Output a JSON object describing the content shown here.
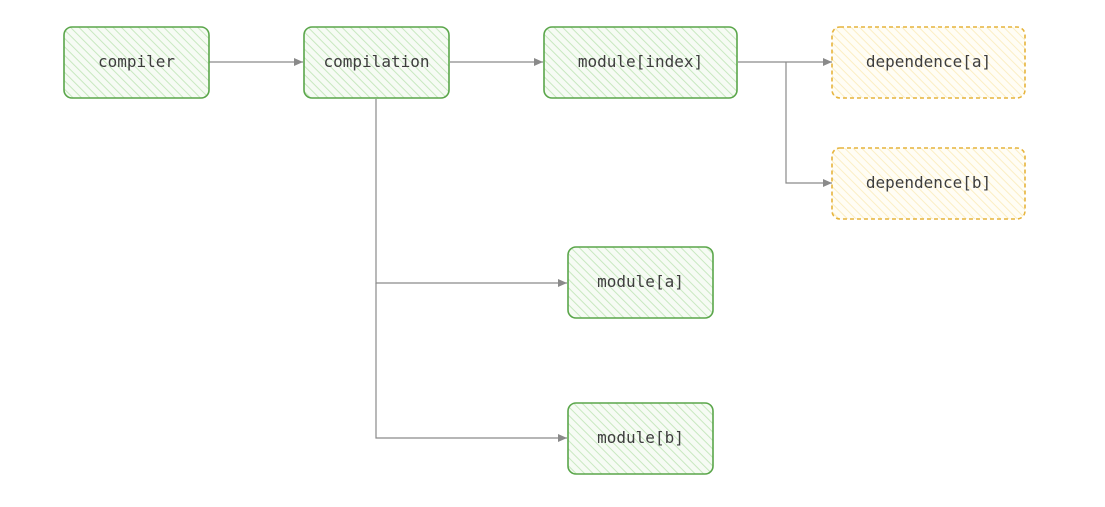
{
  "nodes": {
    "compiler": "compiler",
    "compilation": "compilation",
    "module_index": "module[index]",
    "dependence_a": "dependence[a]",
    "dependence_b": "dependence[b]",
    "module_a": "module[a]",
    "module_b": "module[b]"
  },
  "colors": {
    "module_stroke": "#5aa64a",
    "module_hatch": "#c8e8c0",
    "dependence_stroke": "#e6b43c",
    "dependence_hatch": "#fbeec4",
    "edge": "#8a8a8a",
    "text": "#3d3d3d"
  }
}
